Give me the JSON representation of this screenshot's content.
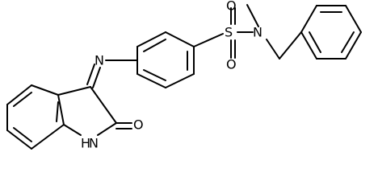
{
  "atoms": {
    "sulfur": "S",
    "oxygen_top": "O",
    "oxygen_bottom": "O",
    "sulfonamide_nitrogen": "N",
    "imine_nitrogen": "N",
    "carbonyl_oxygen": "O",
    "ring_nh": "H",
    "ring_n": "N"
  },
  "colors": {
    "bond": "#000000",
    "label": "#000000",
    "background": "#ffffff"
  }
}
